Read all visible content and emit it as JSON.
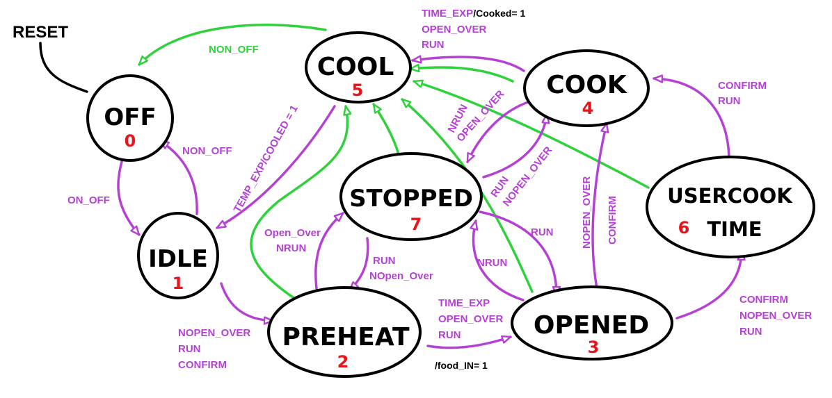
{
  "reset_label": "RESET",
  "states": {
    "off": {
      "name": "OFF",
      "num": "0"
    },
    "idle": {
      "name": "IDLE",
      "num": "1"
    },
    "preheat": {
      "name": "PREHEAT",
      "num": "2"
    },
    "opened": {
      "name": "OPENED",
      "num": "3"
    },
    "cook": {
      "name": "COOK",
      "num": "4"
    },
    "cool": {
      "name": "COOL",
      "num": "5"
    },
    "usercook": {
      "name1": "USERCOOK",
      "num": "6",
      "name2": "TIME"
    },
    "stopped": {
      "name": "STOPPED",
      "num": "7"
    }
  },
  "labels": {
    "cool_off": "NON_OFF",
    "idle_off": "NON_OFF",
    "off_idle": "ON_OFF",
    "cool_idle": "TEMP_EXP/COOLED = 1",
    "idle_preheat": [
      "NOPEN_OVER",
      "RUN",
      "CONFIRM"
    ],
    "preheat_stopped": [
      "Open_Over",
      "NRUN"
    ],
    "stopped_preheat": [
      "RUN",
      "NOpen_Over"
    ],
    "preheat_opened": [
      "TIME_EXP",
      "OPEN_OVER",
      "RUN"
    ],
    "preheat_opened_action": "/food_IN= 1",
    "cook_cool_event": "TIME_EXP",
    "cook_cool_action": "/Cooked= 1",
    "cook_cool_more": [
      "OPEN_OVER",
      "RUN"
    ],
    "cook_stopped": [
      "NRUN",
      "OPEN_OVER"
    ],
    "stopped_cook": [
      "RUN",
      "NOPEN_OVER"
    ],
    "stopped_opened": "RUN",
    "opened_stopped": "NRUN",
    "opened_cook_a": "NOPEN_OVER",
    "opened_cook_b": "CONFIRM",
    "usercook_cook": [
      "CONFIRM",
      "RUN"
    ],
    "opened_usercook": [
      "CONFIRM",
      "NOPEN_OVER",
      "RUN"
    ]
  },
  "colors": {
    "purple": "#b541d4",
    "green": "#2fd13c",
    "state_number": "#e8141b",
    "outline": "#000000"
  }
}
